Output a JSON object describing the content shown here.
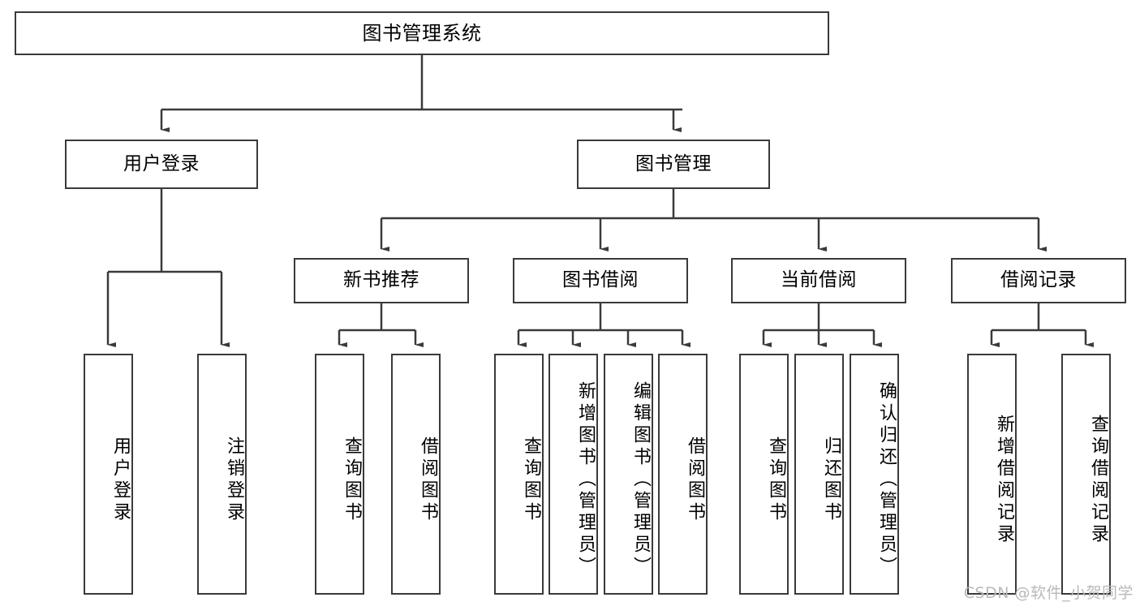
{
  "diagram": {
    "title": "图书管理系统",
    "type": "tree",
    "root": {
      "id": "root",
      "label": "图书管理系统"
    },
    "level2": [
      {
        "id": "user-login",
        "label": "用户登录"
      },
      {
        "id": "book-management",
        "label": "图书管理"
      }
    ],
    "level3": [
      {
        "id": "new-book-recommend",
        "label": "新书推荐"
      },
      {
        "id": "book-borrow",
        "label": "图书借阅"
      },
      {
        "id": "current-borrow",
        "label": "当前借阅"
      },
      {
        "id": "borrow-record",
        "label": "借阅记录"
      }
    ],
    "leaves": {
      "user_login": [
        {
          "id": "leaf-user-login",
          "label": "用户登录"
        },
        {
          "id": "leaf-logout",
          "label": "注销登录"
        }
      ],
      "new_book_recommend": [
        {
          "id": "leaf-query-book-1",
          "label": "查询图书"
        },
        {
          "id": "leaf-borrow-book-1",
          "label": "借阅图书"
        }
      ],
      "book_borrow": [
        {
          "id": "leaf-query-book-2",
          "label": "查询图书"
        },
        {
          "id": "leaf-add-book",
          "label": "新增图书（管理员）"
        },
        {
          "id": "leaf-edit-book",
          "label": "编辑图书（管理员）"
        },
        {
          "id": "leaf-borrow-book-2",
          "label": "借阅图书"
        }
      ],
      "current_borrow": [
        {
          "id": "leaf-query-book-3",
          "label": "查询图书"
        },
        {
          "id": "leaf-return-book",
          "label": "归还图书"
        },
        {
          "id": "leaf-confirm-return",
          "label": "确认归还（管理员）"
        }
      ],
      "borrow_record": [
        {
          "id": "leaf-add-record",
          "label": "新增借阅记录"
        },
        {
          "id": "leaf-query-record",
          "label": "查询借阅记录"
        }
      ]
    }
  },
  "watermark": {
    "text": "CSDN @软件_小贺同学"
  },
  "colors": {
    "stroke": "#3a3a3a",
    "background": "#ffffff",
    "text": "#000000",
    "watermark": "#b9b9b9"
  }
}
